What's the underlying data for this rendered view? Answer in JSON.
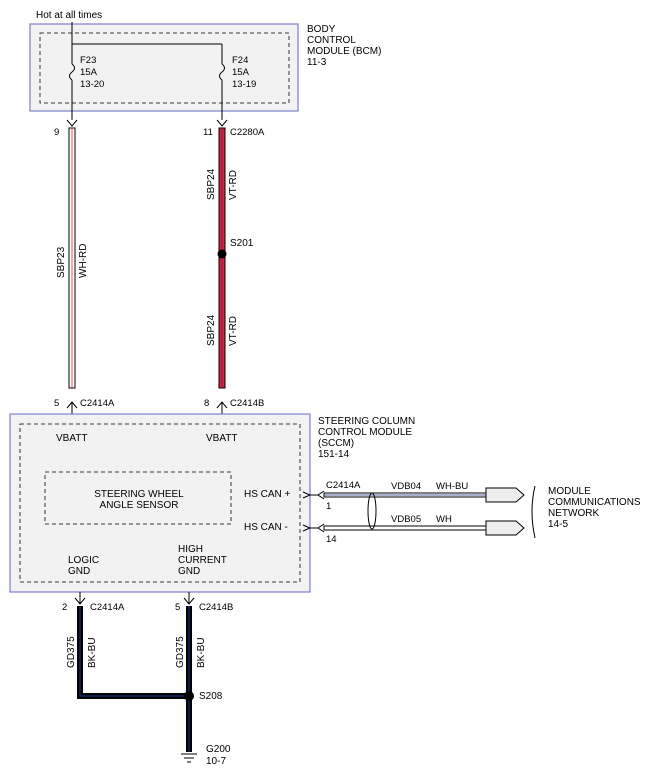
{
  "header": {
    "hot_label": "Hot at all times"
  },
  "bcm": {
    "title_lines": [
      "BODY",
      "CONTROL",
      "MODULE (BCM)",
      "11-3"
    ],
    "fuses": [
      {
        "id": "F23",
        "amps": "15A",
        "ref": "13-20"
      },
      {
        "id": "F24",
        "amps": "15A",
        "ref": "13-19"
      }
    ]
  },
  "connectors": {
    "c2280a_pin": "11",
    "c2280a": "C2280A",
    "bcm_left_pin": "9",
    "c2414a_top_pin": "5",
    "c2414a_top": "C2414A",
    "c2414b_top_pin": "8",
    "c2414b_top": "C2414B",
    "c2414a_can": "C2414A",
    "can_pin_plus": "1",
    "can_pin_minus": "14",
    "c2414a_bottom_pin": "2",
    "c2414a_bottom": "C2414A",
    "c2414b_bottom_pin": "5",
    "c2414b_bottom": "C2414B"
  },
  "wires": {
    "sbp23_circuit": "SBP23",
    "sbp23_color": "WH-RD",
    "sbp24_circuit": "SBP24",
    "sbp24_color": "VT-RD",
    "gd375_circuit": "GD375",
    "gd375_color": "BK-BU",
    "vdb04_circuit": "VDB04",
    "vdb04_color": "WH-BU",
    "vdb05_circuit": "VDB05",
    "vdb05_color": "WH"
  },
  "splices": {
    "s201": "S201",
    "s208": "S208"
  },
  "sccm": {
    "title_lines": [
      "STEERING COLUMN",
      "CONTROL MODULE",
      "(SCCM)",
      "151-14"
    ],
    "vbatt_left": "VBATT",
    "vbatt_right": "VBATT",
    "sensor_lines": [
      "STEERING WHEEL",
      "ANGLE SENSOR"
    ],
    "hs_can_plus": "HS CAN +",
    "hs_can_minus": "HS CAN -",
    "logic_gnd_lines": [
      "LOGIC",
      "GND"
    ],
    "high_current_gnd_lines": [
      "HIGH",
      "CURRENT",
      "GND"
    ]
  },
  "network": {
    "label_lines": [
      "MODULE",
      "COMMUNICATIONS",
      "NETWORK",
      "14-5"
    ]
  },
  "ground": {
    "id": "G200",
    "ref": "10-7"
  },
  "colors": {
    "module_border": "#7b7fcc",
    "module_fill": "#f2f2f2",
    "wire_red": "#e8202a",
    "wire_violet": "#5c2d8c",
    "wire_black": "#000000",
    "wire_blue": "#1c2a80"
  }
}
